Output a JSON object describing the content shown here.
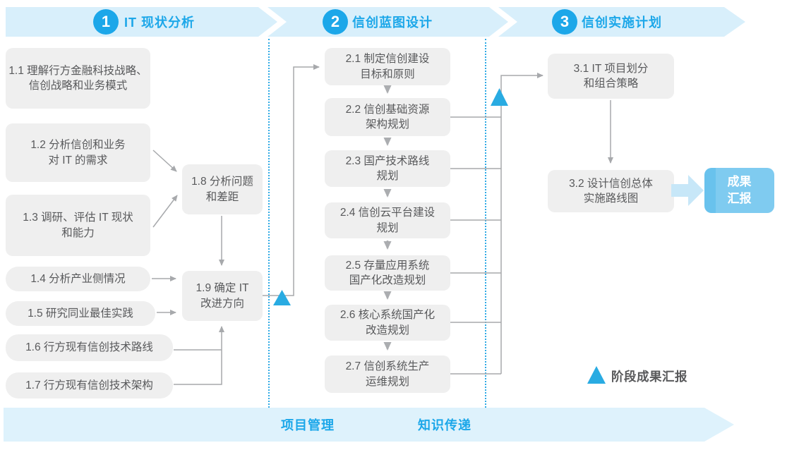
{
  "colors": {
    "accent_blue": "#1CA7E9",
    "band_bg": "#D8EFFB",
    "bottom_band_bg": "#DEF2FC",
    "box_bg": "#EFEFEF",
    "box_text": "#58595B",
    "connector_gray": "#A7A9AC",
    "milestone_triangle": "#29ABE2",
    "result_box_bg": "#7FCBF0",
    "thick_arrow": "#C7E7F8"
  },
  "phases": [
    {
      "number": "1",
      "title": "IT 现状分析"
    },
    {
      "number": "2",
      "title": "信创蓝图设计"
    },
    {
      "number": "3",
      "title": "信创实施计划"
    }
  ],
  "steps": {
    "s11": {
      "line1": "1.1 理解行方金融科技战略、",
      "line2": "信创战略和业务模式"
    },
    "s12": {
      "line1": "1.2 分析信创和业务",
      "line2": "对 IT 的需求"
    },
    "s13": {
      "line1": "1.3 调研、评估 IT 现状",
      "line2": "和能力"
    },
    "s14": {
      "line1": "1.4 分析产业侧情况"
    },
    "s15": {
      "line1": "1.5 研究同业最佳实践"
    },
    "s16": {
      "line1": "1.6 行方现有信创技术路线"
    },
    "s17": {
      "line1": "1.7 行方现有信创技术架构"
    },
    "s18": {
      "line1": "1.8 分析问题",
      "line2": "和差距"
    },
    "s19": {
      "line1": "1.9 确定 IT",
      "line2": "改进方向"
    },
    "s21": {
      "line1": "2.1 制定信创建设",
      "line2": "目标和原则"
    },
    "s22": {
      "line1": "2.2 信创基础资源",
      "line2": "架构规划"
    },
    "s23": {
      "line1": "2.3 国产技术路线",
      "line2": "规划"
    },
    "s24": {
      "line1": "2.4 信创云平台建设",
      "line2": "规划"
    },
    "s25": {
      "line1": "2.5 存量应用系统",
      "line2": "国产化改造规划"
    },
    "s26": {
      "line1": "2.6 核心系统国产化",
      "line2": "改造规划"
    },
    "s27": {
      "line1": "2.7 信创系统生产",
      "line2": "运维规划"
    },
    "s31": {
      "line1": "3.1 IT 项目划分",
      "line2": "和组合策略"
    },
    "s32": {
      "line1": "3.2 设计信创总体",
      "line2": "实施路线图"
    }
  },
  "result_box": {
    "line1": "成果",
    "line2": "汇报"
  },
  "legend": {
    "label": "阶段成果汇报"
  },
  "bottom_band": {
    "project": "项目管理",
    "knowledge": "知识传递"
  }
}
